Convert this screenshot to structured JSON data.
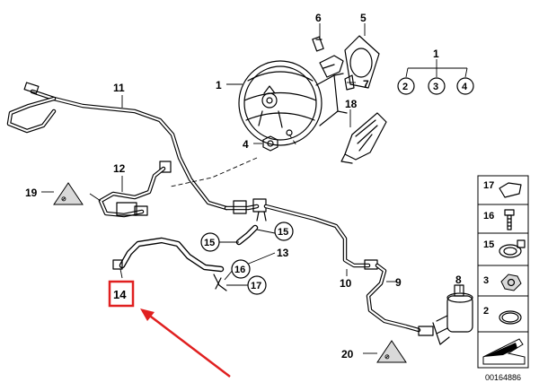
{
  "callouts": {
    "c1": "1",
    "c2": "2",
    "c3": "3",
    "c4": "4",
    "c5": "5",
    "c6": "6",
    "c7": "7",
    "c8": "8",
    "c9": "9",
    "c10": "10",
    "c11": "11",
    "c12": "12",
    "c13": "13",
    "c14": "14",
    "c15a": "15",
    "c15b": "15",
    "c16": "16",
    "c17": "17",
    "c18": "18",
    "c19": "19",
    "c20": "20"
  },
  "legend": {
    "l17": "17",
    "l16": "16",
    "l15": "15",
    "l3": "3",
    "l2": "2"
  },
  "diagram_number": "00164886",
  "highlight": {
    "color": "#e02020",
    "target": "14"
  }
}
